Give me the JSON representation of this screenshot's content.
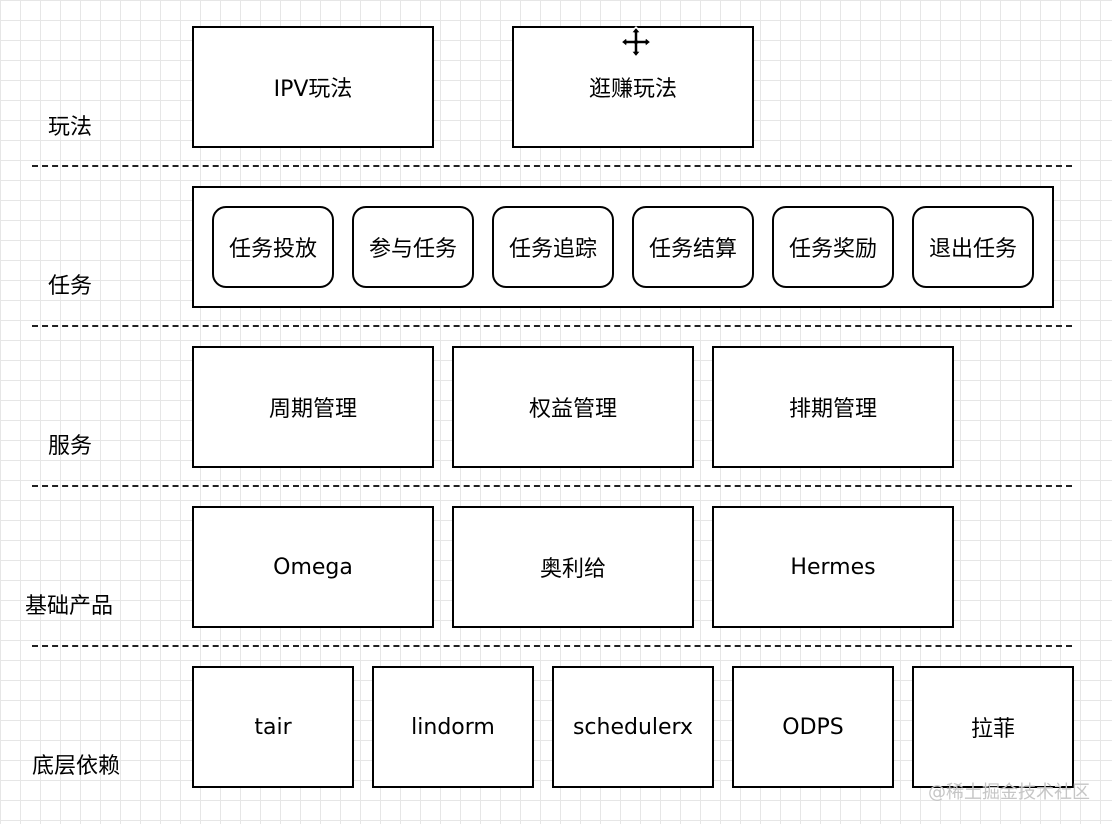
{
  "layers": {
    "play": {
      "label": "玩法",
      "items": [
        "IPV玩法",
        "逛赚玩法"
      ]
    },
    "task": {
      "label": "任务",
      "items": [
        "任务投放",
        "参与任务",
        "任务追踪",
        "任务结算",
        "任务奖励",
        "退出任务"
      ]
    },
    "service": {
      "label": "服务",
      "items": [
        "周期管理",
        "权益管理",
        "排期管理"
      ]
    },
    "base_product": {
      "label": "基础产品",
      "items": [
        "Omega",
        "奥利给",
        "Hermes"
      ]
    },
    "dependency": {
      "label": "底层依赖",
      "items": [
        "tair",
        "lindorm",
        "schedulerx",
        "ODPS",
        "拉菲"
      ]
    }
  },
  "watermark": "@稀土掘金技术社区",
  "cursor_icon": "move-cursor-icon"
}
